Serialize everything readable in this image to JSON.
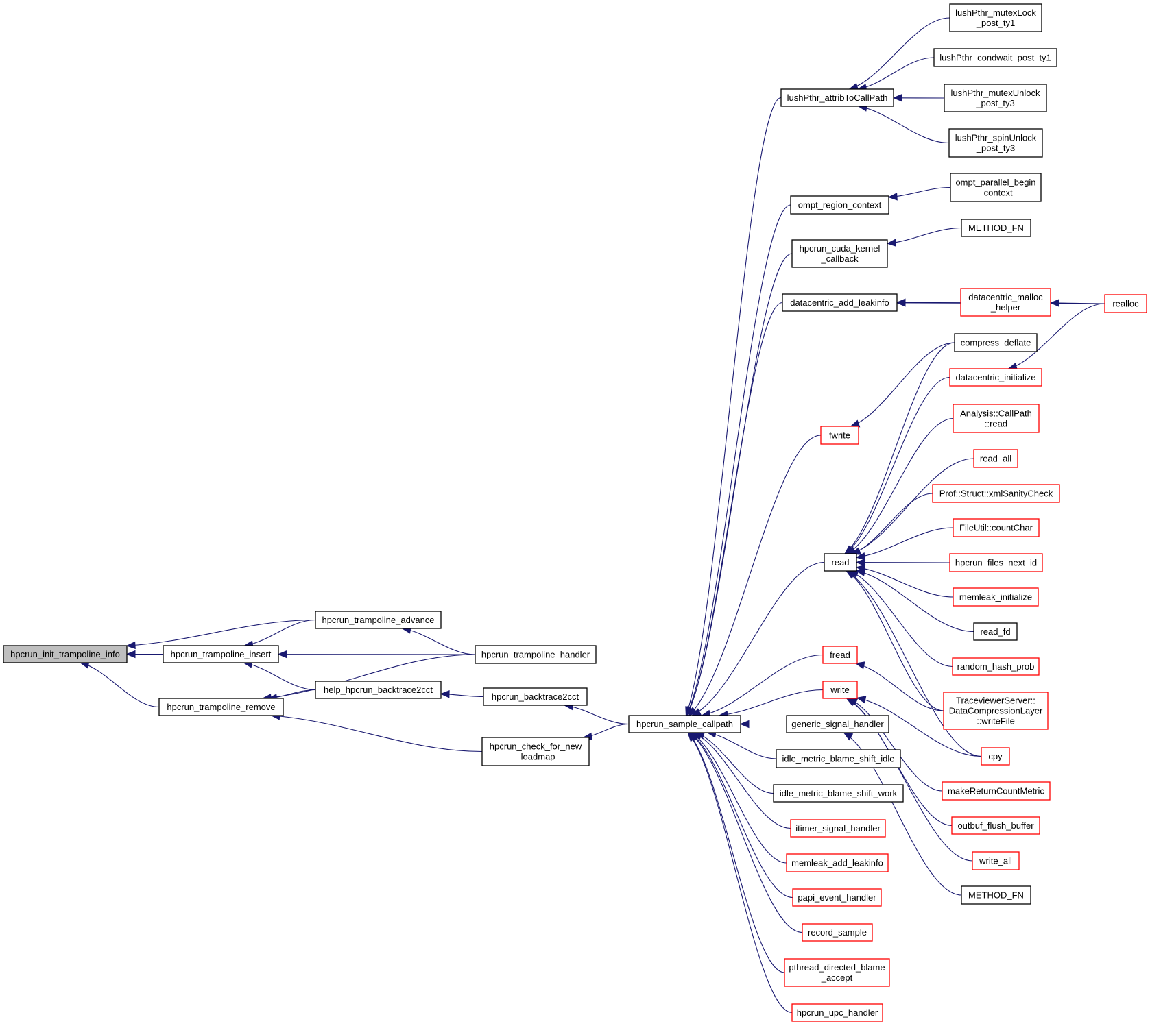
{
  "title": "Caller graph of hpcrun_init_trampoline_info",
  "colors": {
    "edge": "#191970",
    "root_fill": "#bfbfbf",
    "normal_border": "#000000",
    "truncated_border": "#ff0000"
  },
  "nodes": {
    "root": {
      "lines": [
        "hpcrun_init_trampoline_info"
      ],
      "style": "root"
    },
    "insert": {
      "lines": [
        "hpcrun_trampoline_insert"
      ],
      "style": "normal"
    },
    "remove": {
      "lines": [
        "hpcrun_trampoline_remove"
      ],
      "style": "normal"
    },
    "advance": {
      "lines": [
        "hpcrun_trampoline_advance"
      ],
      "style": "normal"
    },
    "help_bt": {
      "lines": [
        "help_hpcrun_backtrace2cct"
      ],
      "style": "normal"
    },
    "handler": {
      "lines": [
        "hpcrun_trampoline_handler"
      ],
      "style": "normal"
    },
    "bt2cct": {
      "lines": [
        "hpcrun_backtrace2cct"
      ],
      "style": "normal"
    },
    "check_loadmap": {
      "lines": [
        "hpcrun_check_for_new",
        "_loadmap"
      ],
      "style": "normal"
    },
    "sample_callpath": {
      "lines": [
        "hpcrun_sample_callpath"
      ],
      "style": "normal"
    },
    "lush_attrib": {
      "lines": [
        "lushPthr_attribToCallPath"
      ],
      "style": "normal"
    },
    "lush_mutexlock": {
      "lines": [
        "lushPthr_mutexLock",
        "_post_ty1"
      ],
      "style": "normal"
    },
    "lush_condwait": {
      "lines": [
        "lushPthr_condwait_post_ty1"
      ],
      "style": "normal"
    },
    "lush_mutexunlock": {
      "lines": [
        "lushPthr_mutexUnlock",
        "_post_ty3"
      ],
      "style": "normal"
    },
    "lush_spinunlock": {
      "lines": [
        "lushPthr_spinUnlock",
        "_post_ty3"
      ],
      "style": "normal"
    },
    "ompt_region": {
      "lines": [
        "ompt_region_context"
      ],
      "style": "normal"
    },
    "ompt_parallel": {
      "lines": [
        "ompt_parallel_begin",
        "_context"
      ],
      "style": "normal"
    },
    "cuda_kernel": {
      "lines": [
        "hpcrun_cuda_kernel",
        "_callback"
      ],
      "style": "normal"
    },
    "method_fn_1": {
      "lines": [
        "METHOD_FN"
      ],
      "style": "normal"
    },
    "dc_add_leak": {
      "lines": [
        "datacentric_add_leakinfo"
      ],
      "style": "normal"
    },
    "dc_malloc": {
      "lines": [
        "datacentric_malloc",
        "_helper"
      ],
      "style": "truncated"
    },
    "realloc": {
      "lines": [
        "realloc"
      ],
      "style": "truncated"
    },
    "compress_deflate": {
      "lines": [
        "compress_deflate"
      ],
      "style": "normal"
    },
    "dc_init": {
      "lines": [
        "datacentric_initialize"
      ],
      "style": "truncated"
    },
    "fwrite": {
      "lines": [
        "fwrite"
      ],
      "style": "truncated"
    },
    "callpath_read": {
      "lines": [
        "Analysis::CallPath",
        "::read"
      ],
      "style": "truncated"
    },
    "read_all": {
      "lines": [
        "read_all"
      ],
      "style": "truncated"
    },
    "xml_sanity": {
      "lines": [
        "Prof::Struct::xmlSanityCheck"
      ],
      "style": "truncated"
    },
    "count_char": {
      "lines": [
        "FileUtil::countChar"
      ],
      "style": "truncated"
    },
    "read": {
      "lines": [
        "read"
      ],
      "style": "normal"
    },
    "files_next_id": {
      "lines": [
        "hpcrun_files_next_id"
      ],
      "style": "truncated"
    },
    "memleak_init": {
      "lines": [
        "memleak_initialize"
      ],
      "style": "truncated"
    },
    "read_fd": {
      "lines": [
        "read_fd"
      ],
      "style": "normal"
    },
    "random_hash": {
      "lines": [
        "random_hash_prob"
      ],
      "style": "truncated"
    },
    "fread": {
      "lines": [
        "fread"
      ],
      "style": "truncated"
    },
    "tv_writefile": {
      "lines": [
        "TraceviewerServer::",
        "DataCompressionLayer",
        "::writeFile"
      ],
      "style": "truncated"
    },
    "write": {
      "lines": [
        "write"
      ],
      "style": "truncated"
    },
    "generic_sig": {
      "lines": [
        "generic_signal_handler"
      ],
      "style": "normal"
    },
    "cpy": {
      "lines": [
        "cpy"
      ],
      "style": "truncated"
    },
    "idle_idle": {
      "lines": [
        "idle_metric_blame_shift_idle"
      ],
      "style": "normal"
    },
    "idle_work": {
      "lines": [
        "idle_metric_blame_shift_work"
      ],
      "style": "normal"
    },
    "make_return": {
      "lines": [
        "makeReturnCountMetric"
      ],
      "style": "truncated"
    },
    "itimer": {
      "lines": [
        "itimer_signal_handler"
      ],
      "style": "truncated"
    },
    "outbuf_flush": {
      "lines": [
        "outbuf_flush_buffer"
      ],
      "style": "truncated"
    },
    "memleak_add": {
      "lines": [
        "memleak_add_leakinfo"
      ],
      "style": "truncated"
    },
    "write_all": {
      "lines": [
        "write_all"
      ],
      "style": "truncated"
    },
    "papi": {
      "lines": [
        "papi_event_handler"
      ],
      "style": "truncated"
    },
    "method_fn_2": {
      "lines": [
        "METHOD_FN"
      ],
      "style": "normal"
    },
    "record_sample": {
      "lines": [
        "record_sample"
      ],
      "style": "truncated"
    },
    "pthread_blame": {
      "lines": [
        "pthread_directed_blame",
        "_accept"
      ],
      "style": "truncated"
    },
    "upc_handler": {
      "lines": [
        "hpcrun_upc_handler"
      ],
      "style": "truncated"
    }
  },
  "edges": [
    {
      "from": "insert",
      "to": "root"
    },
    {
      "from": "advance",
      "to": "root"
    },
    {
      "from": "remove",
      "to": "root"
    },
    {
      "from": "advance",
      "to": "insert"
    },
    {
      "from": "handler",
      "to": "insert"
    },
    {
      "from": "help_bt",
      "to": "insert"
    },
    {
      "from": "help_bt",
      "to": "remove"
    },
    {
      "from": "handler",
      "to": "remove"
    },
    {
      "from": "check_loadmap",
      "to": "remove"
    },
    {
      "from": "handler",
      "to": "advance"
    },
    {
      "from": "bt2cct",
      "to": "help_bt"
    },
    {
      "from": "sample_callpath",
      "to": "bt2cct"
    },
    {
      "from": "sample_callpath",
      "to": "check_loadmap"
    },
    {
      "from": "lush_attrib",
      "to": "sample_callpath"
    },
    {
      "from": "ompt_region",
      "to": "sample_callpath"
    },
    {
      "from": "cuda_kernel",
      "to": "sample_callpath"
    },
    {
      "from": "dc_add_leak",
      "to": "sample_callpath"
    },
    {
      "from": "fwrite",
      "to": "sample_callpath"
    },
    {
      "from": "read",
      "to": "sample_callpath"
    },
    {
      "from": "fread",
      "to": "sample_callpath"
    },
    {
      "from": "write",
      "to": "sample_callpath"
    },
    {
      "from": "generic_sig",
      "to": "sample_callpath"
    },
    {
      "from": "idle_idle",
      "to": "sample_callpath"
    },
    {
      "from": "idle_work",
      "to": "sample_callpath"
    },
    {
      "from": "itimer",
      "to": "sample_callpath"
    },
    {
      "from": "memleak_add",
      "to": "sample_callpath"
    },
    {
      "from": "papi",
      "to": "sample_callpath"
    },
    {
      "from": "record_sample",
      "to": "sample_callpath"
    },
    {
      "from": "pthread_blame",
      "to": "sample_callpath"
    },
    {
      "from": "upc_handler",
      "to": "sample_callpath"
    },
    {
      "from": "lush_mutexlock",
      "to": "lush_attrib"
    },
    {
      "from": "lush_condwait",
      "to": "lush_attrib"
    },
    {
      "from": "lush_mutexunlock",
      "to": "lush_attrib"
    },
    {
      "from": "lush_spinunlock",
      "to": "lush_attrib"
    },
    {
      "from": "ompt_parallel",
      "to": "ompt_region"
    },
    {
      "from": "method_fn_1",
      "to": "cuda_kernel"
    },
    {
      "from": "dc_malloc",
      "to": "dc_add_leak"
    },
    {
      "from": "realloc",
      "to": "dc_add_leak"
    },
    {
      "from": "realloc",
      "to": "dc_malloc"
    },
    {
      "from": "realloc",
      "to": "dc_init"
    },
    {
      "from": "compress_deflate",
      "to": "fwrite"
    },
    {
      "from": "compress_deflate",
      "to": "read"
    },
    {
      "from": "dc_init",
      "to": "read"
    },
    {
      "from": "callpath_read",
      "to": "read"
    },
    {
      "from": "read_all",
      "to": "read"
    },
    {
      "from": "xml_sanity",
      "to": "read"
    },
    {
      "from": "count_char",
      "to": "read"
    },
    {
      "from": "files_next_id",
      "to": "read"
    },
    {
      "from": "memleak_init",
      "to": "read"
    },
    {
      "from": "read_fd",
      "to": "read"
    },
    {
      "from": "random_hash",
      "to": "read"
    },
    {
      "from": "tv_writefile",
      "to": "read"
    },
    {
      "from": "cpy",
      "to": "read"
    },
    {
      "from": "tv_writefile",
      "to": "fread"
    },
    {
      "from": "cpy",
      "to": "write"
    },
    {
      "from": "make_return",
      "to": "write"
    },
    {
      "from": "outbuf_flush",
      "to": "write"
    },
    {
      "from": "write_all",
      "to": "write"
    },
    {
      "from": "method_fn_2",
      "to": "generic_sig"
    }
  ]
}
